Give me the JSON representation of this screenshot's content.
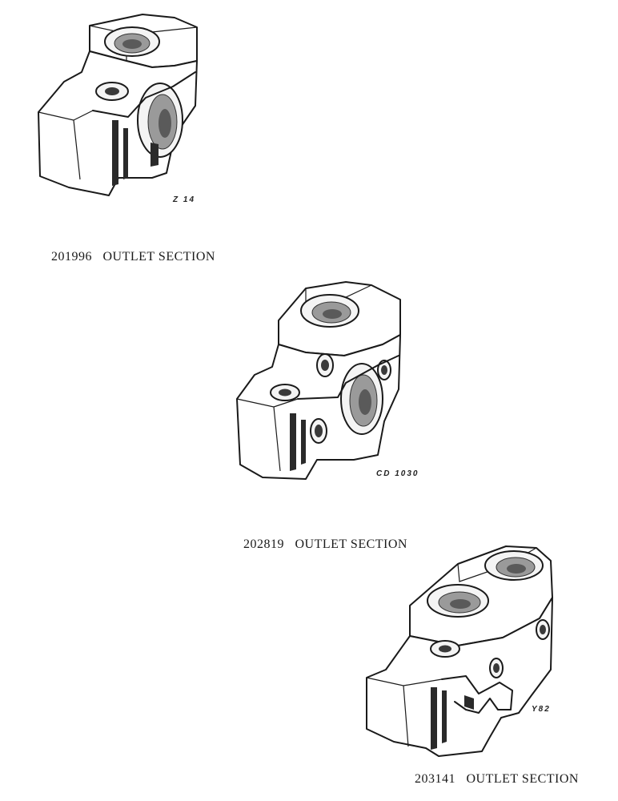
{
  "parts": [
    {
      "number": "201996",
      "description": "OUTLET SECTION",
      "code": "Z 14"
    },
    {
      "number": "202819",
      "description": "OUTLET SECTION",
      "code": "CD 1030"
    },
    {
      "number": "203141",
      "description": "OUTLET SECTION",
      "code": "Y82"
    }
  ],
  "icons": [
    "outlet-section-201996-illustration",
    "outlet-section-202819-illustration",
    "outlet-section-203141-illustration"
  ]
}
